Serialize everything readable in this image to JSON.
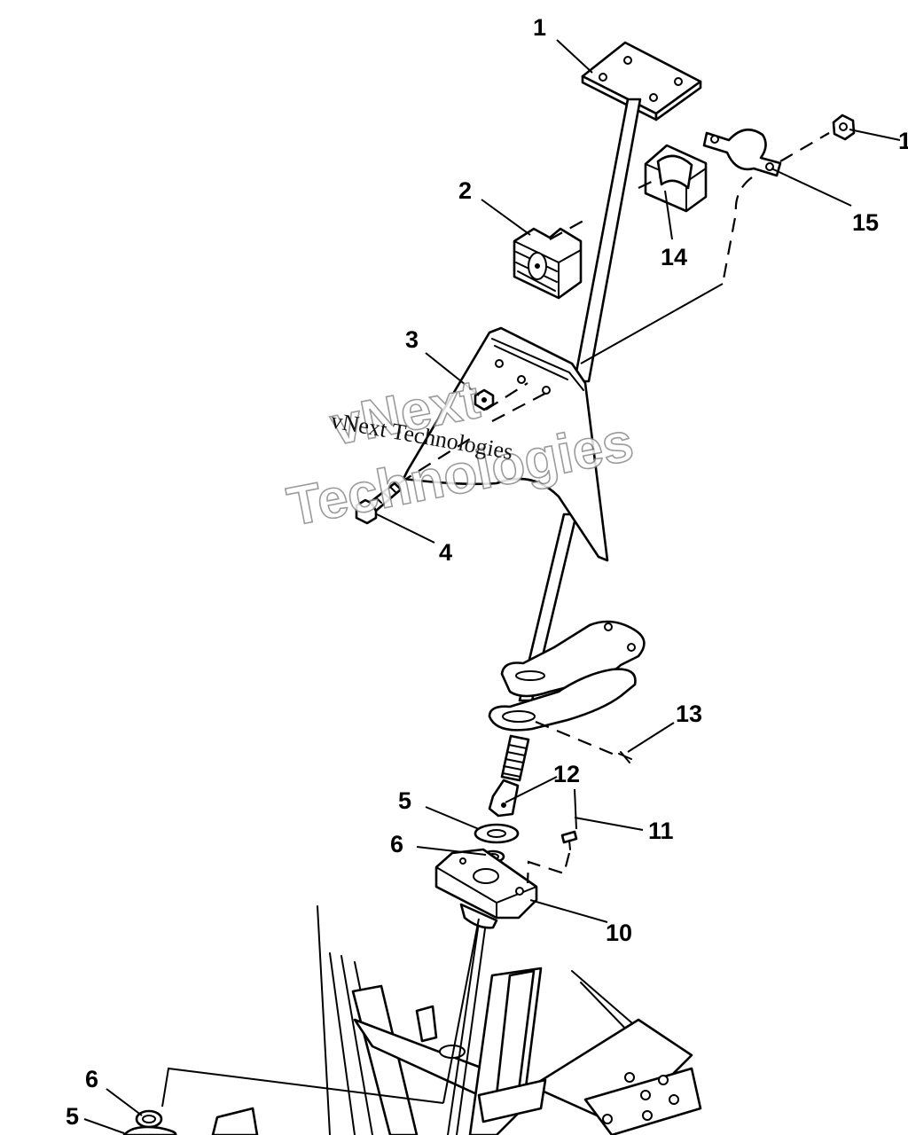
{
  "callouts": [
    {
      "id": "c1",
      "text": "1"
    },
    {
      "id": "c2",
      "text": "2"
    },
    {
      "id": "c3",
      "text": "3"
    },
    {
      "id": "c4",
      "text": "4"
    },
    {
      "id": "c5a",
      "text": "5"
    },
    {
      "id": "c6a",
      "text": "6"
    },
    {
      "id": "c10",
      "text": "10"
    },
    {
      "id": "c11",
      "text": "11"
    },
    {
      "id": "c12",
      "text": "12"
    },
    {
      "id": "c13",
      "text": "13"
    },
    {
      "id": "c14",
      "text": "14"
    },
    {
      "id": "c15",
      "text": "15"
    },
    {
      "id": "c16",
      "text": "1"
    },
    {
      "id": "c6b",
      "text": "6"
    },
    {
      "id": "c5b",
      "text": "5"
    }
  ],
  "watermark": {
    "large_line1": "vNext",
    "large_line2": "Technologies",
    "small": "vNext Technologies"
  }
}
